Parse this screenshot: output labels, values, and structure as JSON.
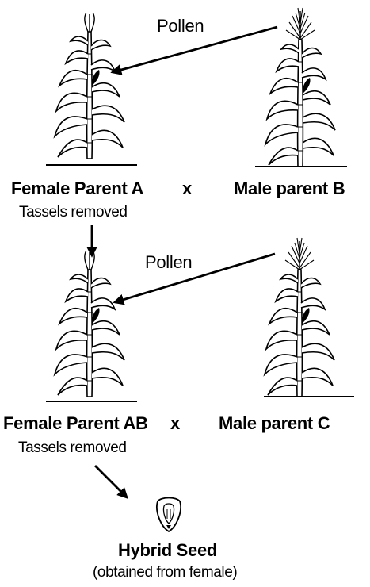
{
  "labels": {
    "pollen_top": "Pollen",
    "female_a": "Female Parent A",
    "cross_1": "x",
    "male_b": "Male parent B",
    "tassels_1": "Tassels removed",
    "pollen_bottom": "Pollen",
    "female_ab": "Female Parent AB",
    "cross_2": "x",
    "male_c": "Male parent C",
    "tassels_2": "Tassels removed",
    "hybrid_seed": "Hybrid Seed",
    "obtained": "(obtained from female)"
  },
  "icons": {
    "female_plant": "corn-plant-detasseled-icon",
    "male_plant": "corn-plant-tasseled-icon",
    "seed": "corn-kernel-icon"
  }
}
